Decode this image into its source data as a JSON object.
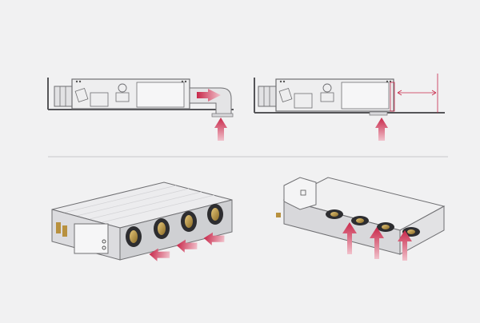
{
  "diagram": {
    "panels": [
      {
        "id": "side-view-rear-intake"
      },
      {
        "id": "side-view-bottom-intake"
      },
      {
        "id": "iso-view-rear-intake"
      },
      {
        "id": "iso-view-bottom-intake"
      }
    ]
  },
  "colors": {
    "background": "#f1f1f2",
    "unit_body": "#eeeeef",
    "unit_outline": "#6f6f72",
    "ceiling_line": "#555558",
    "fin_grey": "#cfd0d3",
    "airflow_arrow": "#c8284a",
    "airflow_arrow_light": "#e9879c",
    "fan_gold": "#b8913f",
    "divider": "#c7c7ca"
  },
  "icons": {
    "airflow": "arrow-right-icon",
    "dimension": "double-arrow-icon",
    "fan": "fan-icon"
  }
}
